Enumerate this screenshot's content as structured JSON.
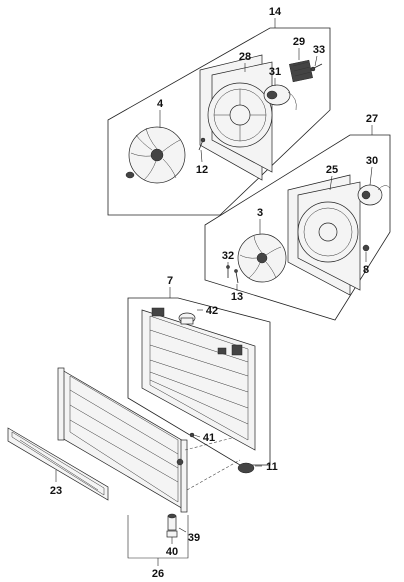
{
  "callouts": {
    "c14": "14",
    "c28": "28",
    "c29": "29",
    "c33": "33",
    "c31": "31",
    "c4": "4",
    "c12": "12",
    "c27": "27",
    "c30": "30",
    "c25": "25",
    "c3": "3",
    "c32": "32",
    "c8": "8",
    "c13": "13",
    "c7": "7",
    "c42": "42",
    "c41": "41",
    "c11": "11",
    "c23": "23",
    "c39": "39",
    "c40": "40",
    "c26": "26"
  },
  "colors": {
    "line": "#222222",
    "fill": "#f4f4f4",
    "dark": "#444444"
  }
}
